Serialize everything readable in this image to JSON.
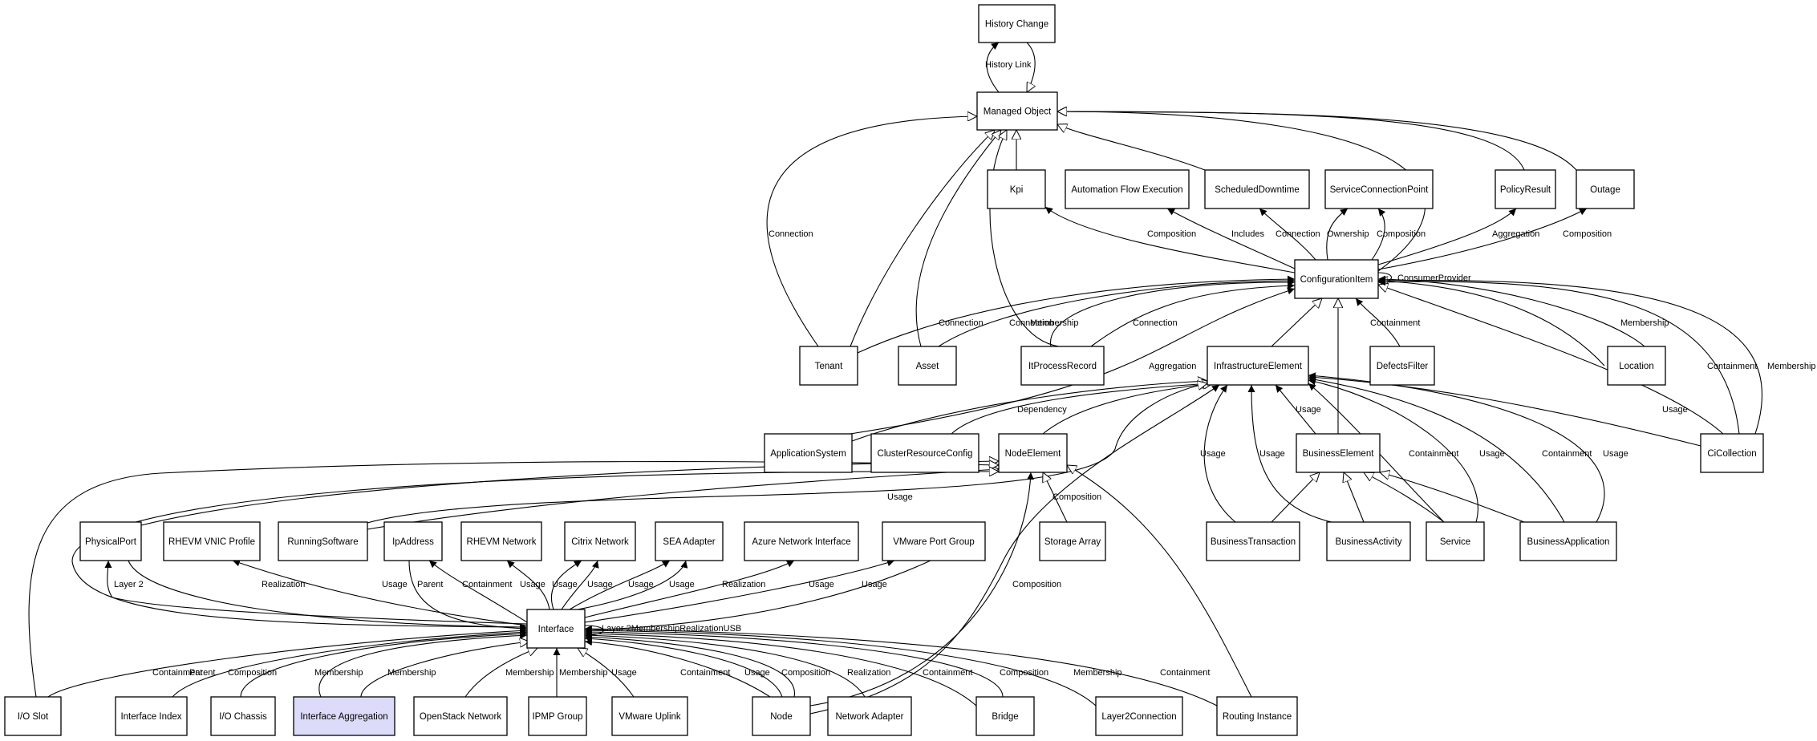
{
  "diagram": {
    "nodes": [
      {
        "id": "history_change",
        "label": "History Change"
      },
      {
        "id": "managed_object",
        "label": "Managed Object"
      },
      {
        "id": "kpi",
        "label": "Kpi"
      },
      {
        "id": "automation_flow_execution",
        "label": "Automation Flow Execution"
      },
      {
        "id": "scheduled_downtime",
        "label": "ScheduledDowntime"
      },
      {
        "id": "service_connection_point",
        "label": "ServiceConnectionPoint"
      },
      {
        "id": "policy_result",
        "label": "PolicyResult"
      },
      {
        "id": "outage",
        "label": "Outage"
      },
      {
        "id": "configuration_item",
        "label": "ConfigurationItem"
      },
      {
        "id": "tenant",
        "label": "Tenant"
      },
      {
        "id": "asset",
        "label": "Asset"
      },
      {
        "id": "it_process_record",
        "label": "ItProcessRecord"
      },
      {
        "id": "infrastructure_element",
        "label": "InfrastructureElement"
      },
      {
        "id": "defects_filter",
        "label": "DefectsFilter"
      },
      {
        "id": "location",
        "label": "Location"
      },
      {
        "id": "application_system",
        "label": "ApplicationSystem"
      },
      {
        "id": "cluster_resource_config",
        "label": "ClusterResourceConfig"
      },
      {
        "id": "node_element",
        "label": "NodeElement"
      },
      {
        "id": "business_element",
        "label": "BusinessElement"
      },
      {
        "id": "ci_collection",
        "label": "CiCollection"
      },
      {
        "id": "physical_port",
        "label": "PhysicalPort"
      },
      {
        "id": "rhevm_vnic_profile",
        "label": "RHEVM VNIC Profile"
      },
      {
        "id": "running_software",
        "label": "RunningSoftware"
      },
      {
        "id": "ip_address",
        "label": "IpAddress"
      },
      {
        "id": "rhevm_network",
        "label": "RHEVM Network"
      },
      {
        "id": "citrix_network",
        "label": "Citrix Network"
      },
      {
        "id": "sea_adapter",
        "label": "SEA Adapter"
      },
      {
        "id": "azure_network_interface",
        "label": "Azure Network Interface"
      },
      {
        "id": "vmware_port_group",
        "label": "VMware Port Group"
      },
      {
        "id": "storage_array",
        "label": "Storage Array"
      },
      {
        "id": "business_transaction",
        "label": "BusinessTransaction"
      },
      {
        "id": "business_activity",
        "label": "BusinessActivity"
      },
      {
        "id": "service",
        "label": "Service"
      },
      {
        "id": "business_application",
        "label": "BusinessApplication"
      },
      {
        "id": "interface",
        "label": "Interface"
      },
      {
        "id": "io_slot",
        "label": "I/O Slot"
      },
      {
        "id": "interface_index",
        "label": "Interface Index"
      },
      {
        "id": "io_chassis",
        "label": "I/O Chassis"
      },
      {
        "id": "interface_aggregation",
        "label": "Interface Aggregation",
        "highlight": true
      },
      {
        "id": "openstack_network",
        "label": "OpenStack Network"
      },
      {
        "id": "ipmp_group",
        "label": "IPMP Group"
      },
      {
        "id": "vmware_uplink",
        "label": "VMware Uplink"
      },
      {
        "id": "node",
        "label": "Node"
      },
      {
        "id": "network_adapter",
        "label": "Network Adapter"
      },
      {
        "id": "bridge",
        "label": "Bridge"
      },
      {
        "id": "layer2_connection",
        "label": "Layer2Connection"
      },
      {
        "id": "routing_instance",
        "label": "Routing Instance"
      }
    ],
    "edges": [
      {
        "id": "history_link",
        "label": "History Link"
      },
      {
        "id": "hc_inherit",
        "label": ""
      },
      {
        "id": "kpi_inherit",
        "label": ""
      },
      {
        "id": "sd_inherit",
        "label": ""
      },
      {
        "id": "pr_inherit",
        "label": ""
      },
      {
        "id": "outage_inherit",
        "label": ""
      },
      {
        "id": "ci_inherit",
        "label": ""
      },
      {
        "id": "tenant_connection_mo",
        "label": "Connection"
      },
      {
        "id": "tenant_inherit",
        "label": ""
      },
      {
        "id": "asset_inherit",
        "label": ""
      },
      {
        "id": "itpr_inherit",
        "label": ""
      },
      {
        "id": "ci_kpi",
        "label": "Composition"
      },
      {
        "id": "ci_afe",
        "label": "Includes"
      },
      {
        "id": "ci_sd",
        "label": "Connection"
      },
      {
        "id": "ci_scp_own",
        "label": "Ownership"
      },
      {
        "id": "ci_scp_comp",
        "label": "Composition"
      },
      {
        "id": "ci_pr",
        "label": "Aggregation"
      },
      {
        "id": "ci_outage",
        "label": "Composition"
      },
      {
        "id": "ci_self",
        "label": "ConsumerProvider"
      },
      {
        "id": "tenant_ci",
        "label": "Connection"
      },
      {
        "id": "asset_ci",
        "label": "Connection"
      },
      {
        "id": "itpr_ci_mem",
        "label": "Membership"
      },
      {
        "id": "itpr_ci_conn",
        "label": "Connection"
      },
      {
        "id": "appsys_ci",
        "label": "Aggregation"
      },
      {
        "id": "ie_inherit",
        "label": ""
      },
      {
        "id": "be_inherit",
        "label": ""
      },
      {
        "id": "df_ci",
        "label": "Containment"
      },
      {
        "id": "loc_inherit",
        "label": ""
      },
      {
        "id": "loc_ci",
        "label": "Membership"
      },
      {
        "id": "cic_inherit",
        "label": ""
      },
      {
        "id": "cic_ci_cont",
        "label": "Containment"
      },
      {
        "id": "cic_ci_mem",
        "label": "Membership"
      },
      {
        "id": "appsys_ie",
        "label": ""
      },
      {
        "id": "crc_ie",
        "label": "Dependency"
      },
      {
        "id": "ne_ie",
        "label": ""
      },
      {
        "id": "be_ie",
        "label": "Usage"
      },
      {
        "id": "cic_ie",
        "label": "Usage"
      },
      {
        "id": "bt_ie",
        "label": "Usage"
      },
      {
        "id": "ba_ie",
        "label": "Usage"
      },
      {
        "id": "svc_ie_cont",
        "label": "Containment"
      },
      {
        "id": "svc_ie_usage",
        "label": "Usage"
      },
      {
        "id": "bapp_ie_cont",
        "label": "Containment"
      },
      {
        "id": "bapp_ie_usage",
        "label": "Usage"
      },
      {
        "id": "bt_be",
        "label": ""
      },
      {
        "id": "ba_be",
        "label": ""
      },
      {
        "id": "svc_be",
        "label": ""
      },
      {
        "id": "bapp_be",
        "label": ""
      },
      {
        "id": "pp_ne",
        "label": ""
      },
      {
        "id": "rs_ne",
        "label": "Usage"
      },
      {
        "id": "rs_ie",
        "label": ""
      },
      {
        "id": "sa_ne",
        "label": "Composition"
      },
      {
        "id": "ri_ne",
        "label": ""
      },
      {
        "id": "ios_ne",
        "label": ""
      },
      {
        "id": "if_ne",
        "label": ""
      },
      {
        "id": "if_pp",
        "label": "Layer 2"
      },
      {
        "id": "pp_if",
        "label": "Realization"
      },
      {
        "id": "if_rvp",
        "label": "Usage"
      },
      {
        "id": "ip_if",
        "label": "Parent"
      },
      {
        "id": "if_ip",
        "label": "Containment"
      },
      {
        "id": "if_rn",
        "label": "Usage"
      },
      {
        "id": "if_cn1",
        "label": "Usage"
      },
      {
        "id": "if_cn2",
        "label": "Usage"
      },
      {
        "id": "if_sea1",
        "label": "Usage"
      },
      {
        "id": "if_sea2",
        "label": "Usage"
      },
      {
        "id": "if_ani",
        "label": "Realization"
      },
      {
        "id": "if_vpg",
        "label": "Usage"
      },
      {
        "id": "vpg_if",
        "label": "Usage"
      },
      {
        "id": "node_ne",
        "label": "Composition"
      },
      {
        "id": "if_self",
        "label": "Layer 2MembershipRealizationUSB"
      },
      {
        "id": "ios_if",
        "label": "Containment"
      },
      {
        "id": "ii_if",
        "label": "Parent"
      },
      {
        "id": "ioc_if",
        "label": "Composition"
      },
      {
        "id": "ia_if_mem1",
        "label": "Membership"
      },
      {
        "id": "ia_if_mem2",
        "label": "Membership"
      },
      {
        "id": "osn_if",
        "label": "Membership"
      },
      {
        "id": "ipmp_if",
        "label": "Membership"
      },
      {
        "id": "vu_if",
        "label": "Usage"
      },
      {
        "id": "node_if_cont",
        "label": "Containment"
      },
      {
        "id": "node_if_usage",
        "label": "Usage"
      },
      {
        "id": "node_if_comp",
        "label": "Composition"
      },
      {
        "id": "na_if",
        "label": "Realization"
      },
      {
        "id": "bridge_if_cont",
        "label": "Containment"
      },
      {
        "id": "bridge_if_comp",
        "label": "Composition"
      },
      {
        "id": "l2c_if",
        "label": "Membership"
      },
      {
        "id": "ri_if",
        "label": "Containment"
      },
      {
        "id": "node_ie",
        "label": ""
      }
    ]
  }
}
